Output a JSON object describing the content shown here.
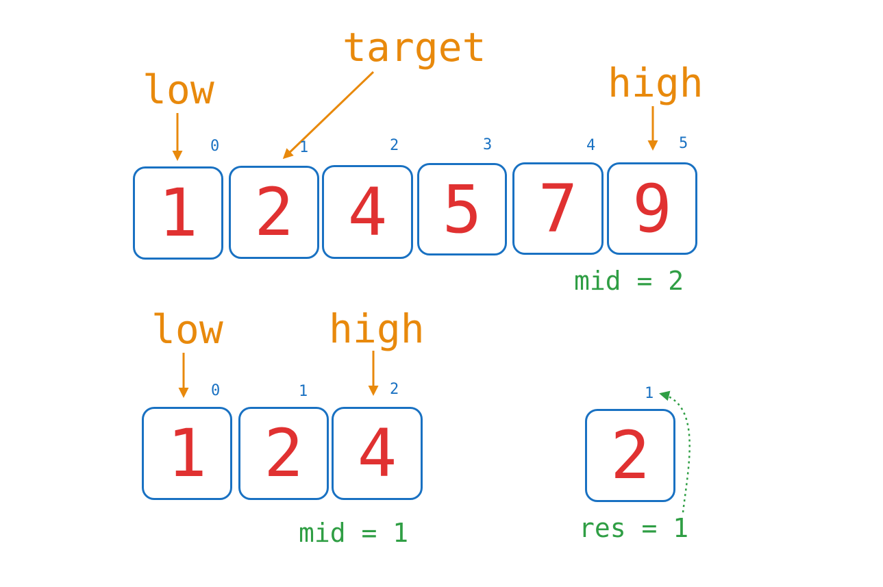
{
  "top": {
    "labels": {
      "low": "low",
      "target": "target",
      "high": "high"
    },
    "array": [
      {
        "index": "0",
        "value": "1"
      },
      {
        "index": "1",
        "value": "2"
      },
      {
        "index": "2",
        "value": "4"
      },
      {
        "index": "3",
        "value": "5"
      },
      {
        "index": "4",
        "value": "7"
      },
      {
        "index": "5",
        "value": "9"
      }
    ],
    "mid": "mid = 2"
  },
  "bottom": {
    "labels": {
      "low": "low",
      "high": "high"
    },
    "array": [
      {
        "index": "0",
        "value": "1"
      },
      {
        "index": "1",
        "value": "2"
      },
      {
        "index": "2",
        "value": "4"
      }
    ],
    "mid": "mid = 1"
  },
  "result": {
    "index": "1",
    "value": "2",
    "label": "res = 1"
  },
  "colors": {
    "pointer": "#e8890c",
    "box_border": "#1971c2",
    "value": "#e03131",
    "index": "#1971c2",
    "mid": "#2f9e44"
  }
}
